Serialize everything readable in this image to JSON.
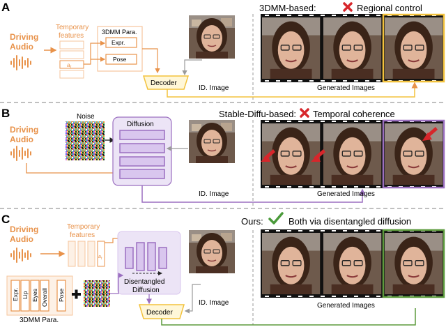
{
  "colors": {
    "orange": "#e8924a",
    "orange_light": "#f6c59c",
    "orange_fill": "#fde9d6",
    "purple": "#9b6fc0",
    "purple_fill": "#d9c6ee",
    "purple_panel": "#ece4f6",
    "yellow": "#f3c23c",
    "green": "#5c9a3c",
    "red": "#d7262b",
    "check_green": "#4a9a3a",
    "dashed": "#9a9a9a"
  },
  "panel_a": {
    "label": "A",
    "driving_audio": [
      "Driving",
      "Audio"
    ],
    "temporary_features": [
      "Temporary",
      "features"
    ],
    "feature_token": "a",
    "feature_sub": "t",
    "params_title": "3DMM Para.",
    "expr_label": "Expr.",
    "pose_label": "Pose",
    "decoder_label": "Decoder",
    "id_caption": "ID. Image",
    "generated_caption": "Generated Images",
    "heading_method": "3DMM-based:",
    "heading_issue": "Regional control",
    "status_icon": "cross-icon"
  },
  "panel_b": {
    "label": "B",
    "driving_audio": [
      "Driving",
      "Audio"
    ],
    "noise_label": "Noise",
    "diffusion_label": "Diffusion",
    "id_caption": "ID. Image",
    "generated_caption": "Generated Images",
    "heading_method": "Stable-Diffu-based:",
    "heading_issue": "Temporal coherence",
    "status_icon": "cross-icon"
  },
  "panel_c": {
    "label": "C",
    "driving_audio": [
      "Driving",
      "Audio"
    ],
    "temporary_features": [
      "Temporary",
      "features"
    ],
    "feature_token": "a",
    "feature_sub": "t",
    "params_title": "3DMM Para.",
    "param_slots": [
      "Expr.",
      "Lip",
      "Eyes",
      "Overall",
      "Pose"
    ],
    "diffusion_label": [
      "Disentangled",
      "Diffusion"
    ],
    "decoder_label": "Decoder",
    "id_caption": "ID. Image",
    "generated_caption": "Generated Images",
    "heading_method": "Ours:",
    "heading_issue": "Both via disentangled diffusion",
    "status_icon": "check-icon"
  }
}
